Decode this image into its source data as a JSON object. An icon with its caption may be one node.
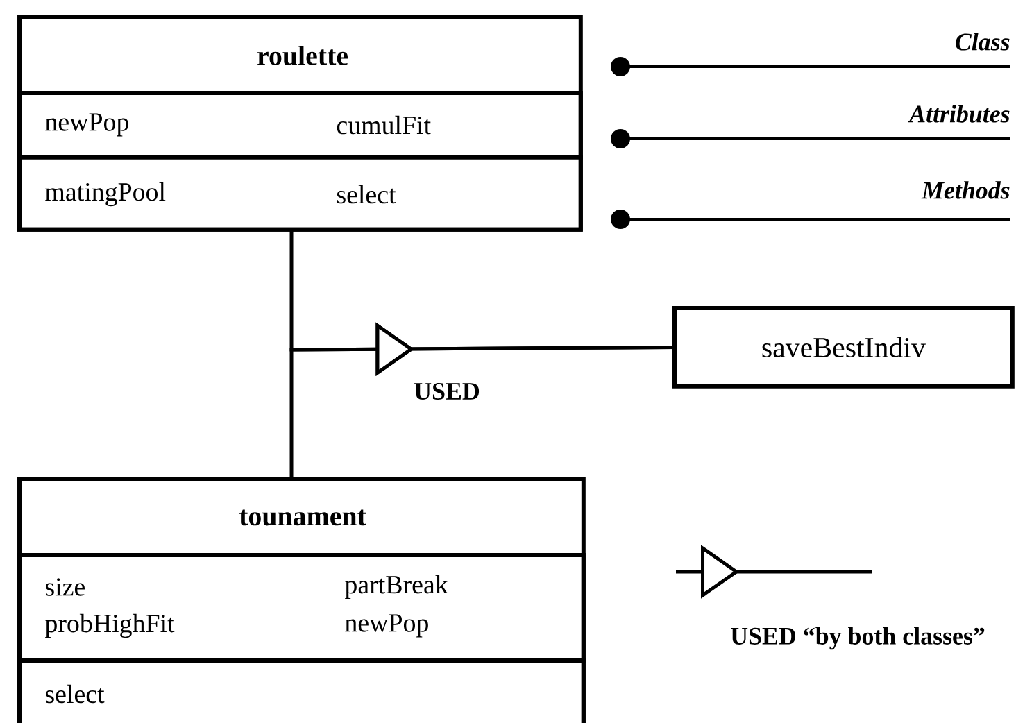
{
  "diagram": {
    "nodes": [
      {
        "text": [
          "roulette"
        ]
      },
      {
        "text": [
          "newPop",
          "cumulFit"
        ],
        "in": 0
      },
      {
        "text": [
          "matingPool",
          "select"
        ],
        "in": 0
      },
      {
        "text": [
          "tounament"
        ]
      },
      {
        "text": [
          "size",
          "partBreak",
          "probHighFit",
          "newPop"
        ],
        "in": 3
      },
      {
        "text": [
          "select"
        ],
        "in": 3
      },
      {
        "text": [
          "saveBestIndiv"
        ]
      }
    ],
    "edges": [
      {
        "from": 0,
        "to": 6,
        "arrow": "to",
        "label": "USED"
      },
      {
        "from": 3,
        "to": 6,
        "arrow": "to"
      }
    ],
    "legend": [
      {
        "text": "Class"
      },
      {
        "text": "Attributes"
      },
      {
        "text": "Methods"
      },
      {
        "text": "USED “by both classes”"
      }
    ]
  }
}
